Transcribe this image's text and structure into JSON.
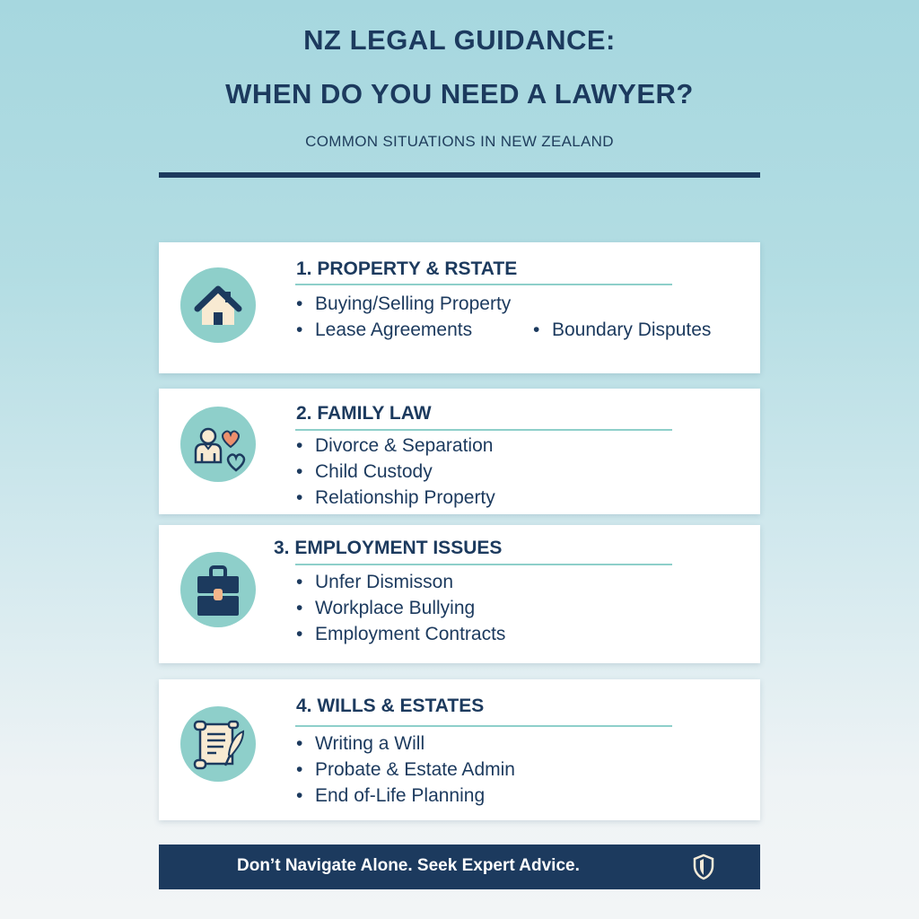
{
  "header": {
    "title_line1": "NZ LEGAL GUIDANCE:",
    "title_line2": "WHEN DO YOU NEED A LAWYER?",
    "subtitle": "COMMON SITUATIONS IN NEW ZEALAND"
  },
  "colors": {
    "navy": "#1c3a5e",
    "teal": "#8ecfca",
    "cream": "#f8ead2",
    "coral": "#ec8f6c",
    "card": "#ffffff"
  },
  "sections": [
    {
      "title": "1. PROPERTY & RSTATE",
      "icon": "house-icon",
      "items": [
        "Buying/Selling Property",
        "Lease Agreements",
        "Boundary Disputes"
      ]
    },
    {
      "title": "2. FAMILY LAW",
      "icon": "family-hearts-icon",
      "items": [
        "Divorce & Separation",
        "Child Custody",
        "Relationship Property"
      ]
    },
    {
      "title": "3. EMPLOYMENT ISSUES",
      "icon": "briefcase-icon",
      "items": [
        "Unfer Dismisson",
        "Workplace Bullying",
        "Employment Contracts"
      ]
    },
    {
      "title": "4. WILLS & ESTATES",
      "icon": "scroll-quill-icon",
      "items": [
        "Writing a Will",
        "Probate & Estate Admin",
        "End of-Life Planning"
      ]
    }
  ],
  "footer": {
    "text": "Don’t Navigate Alone. Seek Expert Advice.",
    "icon": "shield-icon"
  }
}
